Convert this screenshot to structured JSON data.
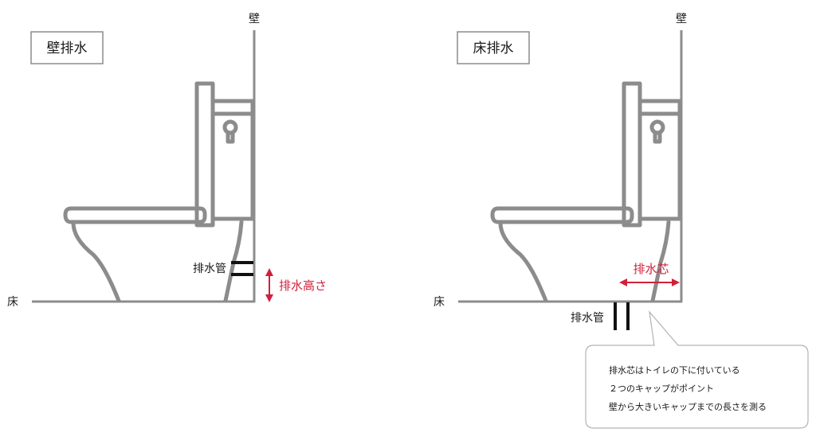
{
  "colors": {
    "accent_red": "#d0213b",
    "outline_gray": "#8c8c8c",
    "pipe_black": "#111111"
  },
  "left_panel": {
    "title": "壁排水",
    "wall_label": "壁",
    "floor_label": "床",
    "pipe_label": "排水管",
    "dimension_label": "排水高さ"
  },
  "right_panel": {
    "title": "床排水",
    "wall_label": "壁",
    "floor_label": "床",
    "pipe_label": "排水管",
    "dimension_label": "排水芯",
    "callout_lines": [
      "排水芯はトイレの下に付いている",
      "２つのキャップがポイント",
      "壁から大きいキャップまでの長さを測る"
    ]
  }
}
